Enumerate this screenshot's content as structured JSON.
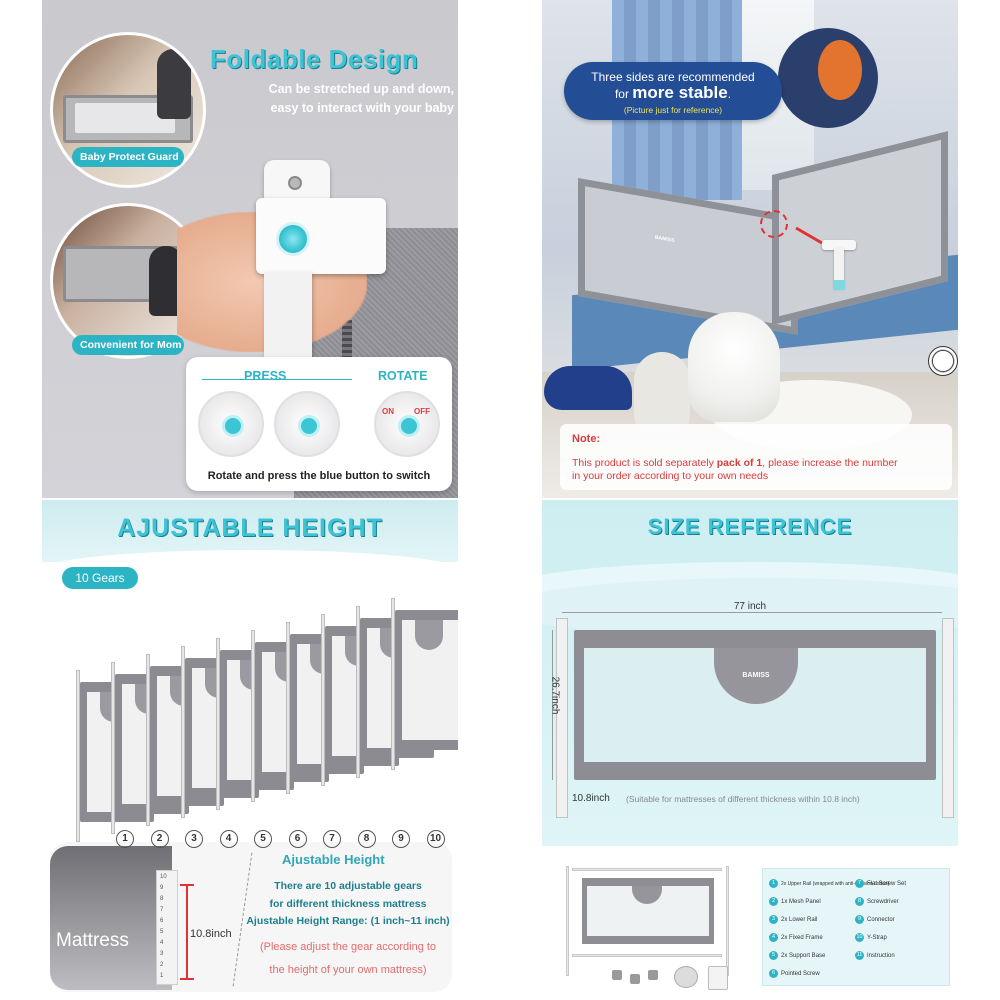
{
  "panel1": {
    "title": "Foldable Design",
    "subtitle_line1": "Can be stretched up and down,",
    "subtitle_line2": "easy to interact with your baby",
    "badge_top": "Baby Protect Guard",
    "badge_bottom": "Convenient for Mom",
    "press_label": "PRESS",
    "rotate_label": "ROTATE",
    "on_label": "ON",
    "off_label": "OFF",
    "instruction": "Rotate and press the blue button to switch",
    "accent_color": "#2cb4c4"
  },
  "panel2": {
    "bubble_line1": "Three sides are recommended",
    "bubble_line2_prefix": "for ",
    "bubble_line2_bold": "more stable",
    "bubble_line2_suffix": ".",
    "bubble_line3": "(Picture just for reference)",
    "rail_brand": "BAMISS",
    "note_heading": "Note:",
    "note_line1_prefix": "This product is sold separately ",
    "note_line1_bold": "pack of 1",
    "note_line1_suffix": ", please increase the number",
    "note_line2": "in your order according to your own needs"
  },
  "panel3": {
    "title": "AJUSTABLE HEIGHT",
    "gears_badge": "10 Gears",
    "gear_numbers": [
      "1",
      "2",
      "3",
      "4",
      "5",
      "6",
      "7",
      "8",
      "9",
      "10"
    ],
    "mattress_label": "Mattress",
    "measure_label": "10.8inch",
    "info_title": "Ajustable Height",
    "info_line1": "There are 10 adjustable gears",
    "info_line2": "for different thickness mattress",
    "info_line3": "Ajustable Height Range: (1 inch~11 inch)",
    "info_note1": "(Please adjust the gear according to",
    "info_note2": "the height of your own mattress)",
    "strip_numbers": [
      "10",
      "9",
      "8",
      "7",
      "6",
      "5",
      "4",
      "3",
      "2",
      "1"
    ]
  },
  "panel4": {
    "title": "SIZE REFERENCE",
    "width_label": "77 inch",
    "height_label": "26.7inch",
    "clearance_label": "10.8inch",
    "clearance_note": "(Suitable for mattresses of different thickness within 10.8 inch)",
    "rail_brand": "BAMISS",
    "parts": [
      {
        "n": "1",
        "label": "2x Upper Rail (wrapped with anti-collision cotton)"
      },
      {
        "n": "2",
        "label": "1x Mesh Panel"
      },
      {
        "n": "3",
        "label": "2x Lower Rail"
      },
      {
        "n": "4",
        "label": "2x Fixed Frame"
      },
      {
        "n": "5",
        "label": "2x Support Base"
      },
      {
        "n": "6",
        "label": "Pointed Screw"
      },
      {
        "n": "7",
        "label": "Flat Screw Set"
      },
      {
        "n": "8",
        "label": "Screwdriver"
      },
      {
        "n": "9",
        "label": "Connector"
      },
      {
        "n": "10",
        "label": "Y-Strap"
      },
      {
        "n": "11",
        "label": "Instruction"
      }
    ]
  }
}
